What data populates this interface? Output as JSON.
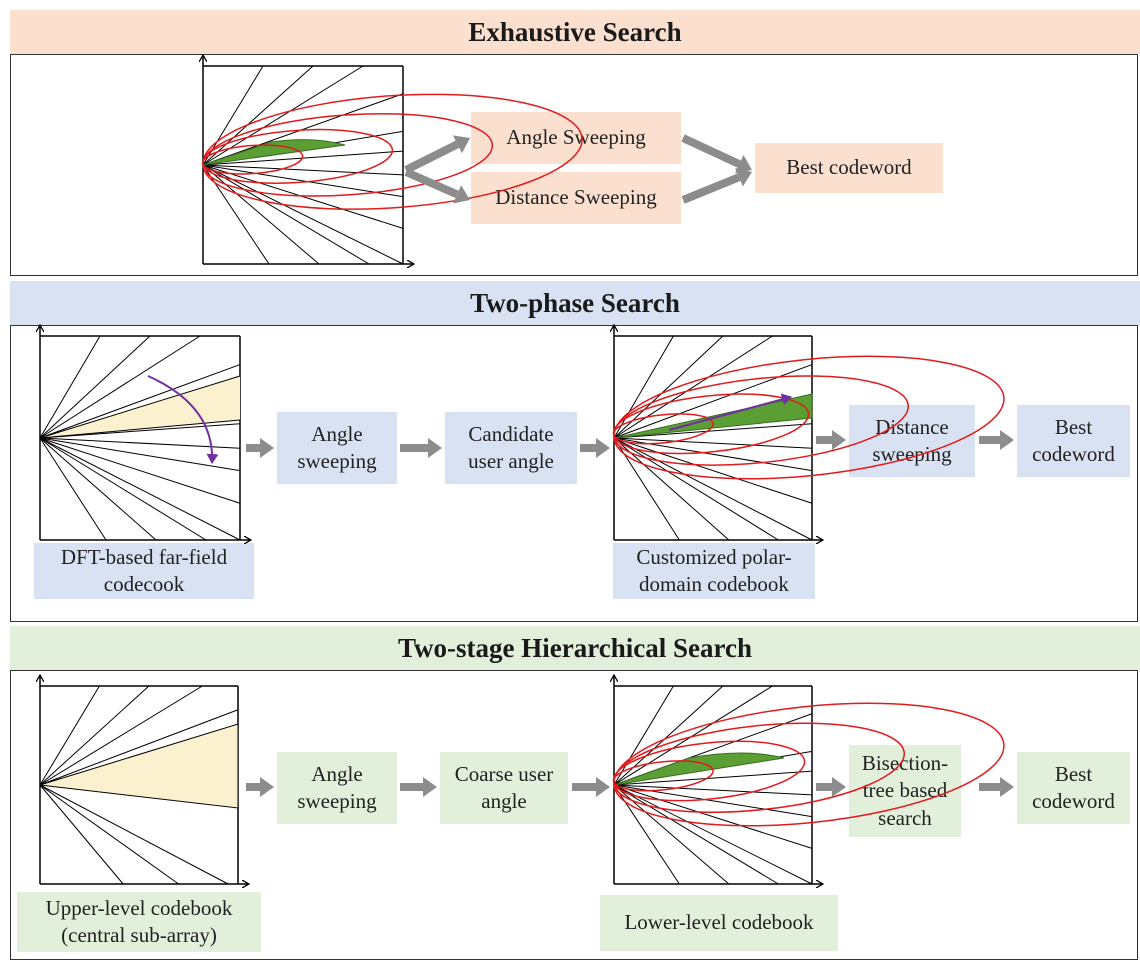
{
  "sections": {
    "exhaustive": {
      "title": "Exhaustive Search",
      "angle_sweeping": "Angle Sweeping",
      "distance_sweeping": "Distance Sweeping",
      "best_codeword": "Best codeword"
    },
    "two_phase": {
      "title": "Two-phase Search",
      "angle_sweeping": "Angle\nsweeping",
      "candidate_angle": "Candidate\nuser angle",
      "distance_sweeping": "Distance\nsweeping",
      "best_codeword": "Best\ncodeword",
      "dft_label": "DFT-based far-field\ncodecook",
      "polar_label": "Customized polar-\ndomain codebook"
    },
    "hierarchical": {
      "title": "Two-stage Hierarchical Search",
      "angle_sweeping": "Angle\nsweeping",
      "coarse_angle": "Coarse user\nangle",
      "bisection": "Bisection-\ntree based\nsearch",
      "best_codeword": "Best\ncodeword",
      "upper_label": "Upper-level codebook\n(central sub-array)",
      "lower_label": "Lower-level codebook"
    }
  },
  "colors": {
    "orange": "#fbe0cf",
    "blue": "#d9e2f3",
    "green": "#e2efda",
    "arrow": "#8c8c8c",
    "ellipse": "#e31a1c",
    "sector_green": "#5a9e34",
    "sector_yellow": "#fcf1cf",
    "purple": "#7030a0"
  }
}
